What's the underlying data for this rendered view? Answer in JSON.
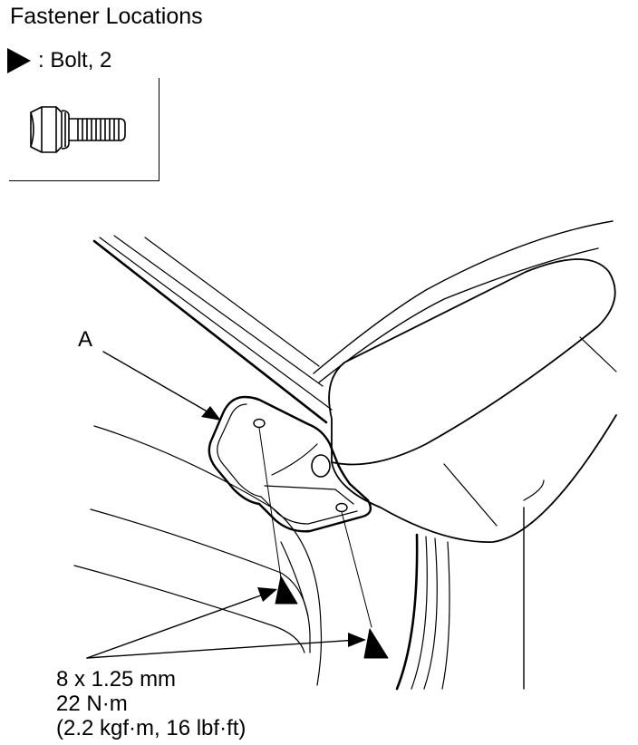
{
  "header": {
    "title": "Fastener Locations"
  },
  "legend": {
    "symbol_icon": "filled-triangle-icon",
    "text": ": Bolt, 2"
  },
  "bolt_icon": "hex-flange-bolt-icon",
  "diagram": {
    "part_label": "A",
    "spec": {
      "size": "8 x 1.25 mm",
      "torque_nm": "22 N·m",
      "torque_alt": "(2.2 kgf·m, 16 lbf·ft)"
    }
  },
  "colors": {
    "line": "#000000",
    "background": "#ffffff"
  }
}
